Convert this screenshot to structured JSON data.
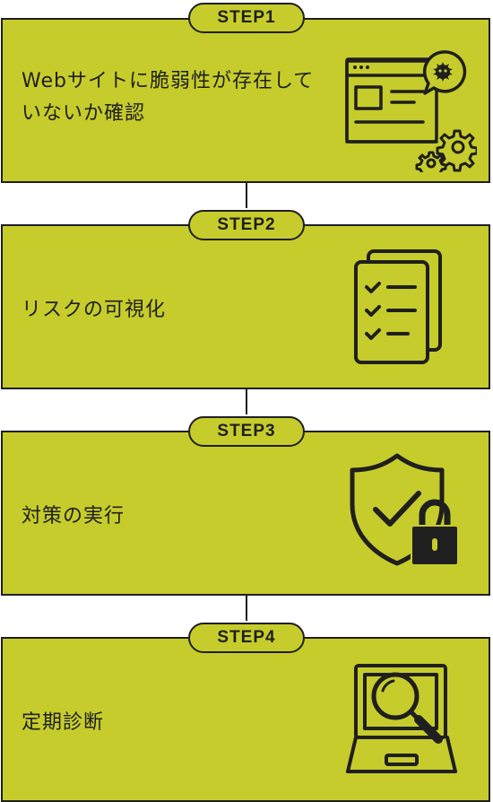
{
  "steps": [
    {
      "label": "STEP1",
      "text": "Webサイトに脆弱性が存在していないか確認",
      "icon": "browser-bug-gear-icon"
    },
    {
      "label": "STEP2",
      "text": "リスクの可視化",
      "icon": "checklist-documents-icon"
    },
    {
      "label": "STEP3",
      "text": "対策の実行",
      "icon": "shield-check-lock-icon"
    },
    {
      "label": "STEP4",
      "text": "定期診断",
      "icon": "laptop-magnifier-icon"
    }
  ],
  "colors": {
    "box": "#c6cc2b",
    "line": "#1f1f1f"
  }
}
